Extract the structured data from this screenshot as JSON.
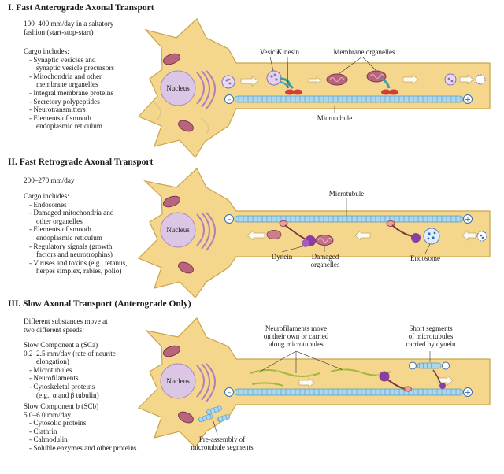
{
  "panels": [
    {
      "title": "I. Fast Anterograde Axonal Transport",
      "rate": [
        "100–400 mm/day in a saltatory",
        "fashion (start-stop-start)"
      ],
      "cargo_heading": "Cargo includes:",
      "cargo": [
        {
          "t": "- Synaptic vesicles and",
          "i": 1
        },
        {
          "t": "synaptic vesicle precursors",
          "i": 2
        },
        {
          "t": "- Mitochondria and other",
          "i": 1
        },
        {
          "t": "membrane organelles",
          "i": 2
        },
        {
          "t": "- Integral membrane proteins",
          "i": 1
        },
        {
          "t": "- Secretory polypeptides",
          "i": 1
        },
        {
          "t": "- Neurotransmitters",
          "i": 1
        },
        {
          "t": "- Elements of smooth",
          "i": 1
        },
        {
          "t": "endoplasmic reticulum",
          "i": 2
        }
      ],
      "labels": {
        "nucleus": "Nucleus",
        "vesicle": "Vesicle",
        "kinesin": "Kinesin",
        "membrane_organelles": "Membrane organelles",
        "microtubule": "Microtubule",
        "minus": "–",
        "plus": "+"
      }
    },
    {
      "title": "II. Fast Retrograde Axonal Transport",
      "rate": [
        "200–270 mm/day"
      ],
      "cargo_heading": "Cargo includes:",
      "cargo": [
        {
          "t": "- Endosomes",
          "i": 1
        },
        {
          "t": "- Damaged mitochondria and",
          "i": 1
        },
        {
          "t": "other organelles",
          "i": 2
        },
        {
          "t": "- Elements of smooth",
          "i": 1
        },
        {
          "t": "endoplasmic reticulum",
          "i": 2
        },
        {
          "t": "- Regulatory signals (growth",
          "i": 1
        },
        {
          "t": "factors and neurotrophins)",
          "i": 2
        },
        {
          "t": "- Viruses and toxins (e.g., tetanus,",
          "i": 1
        },
        {
          "t": "herpes simplex, rabies, polio)",
          "i": 2
        }
      ],
      "labels": {
        "nucleus": "Nucleus",
        "microtubule": "Microtubule",
        "dynein": "Dynein",
        "damaged_organelles": [
          "Damaged",
          "organelles"
        ],
        "endosome": "Endosome",
        "minus": "–",
        "plus": "+"
      }
    },
    {
      "title": "III. Slow Axonal Transport (Anterograde Only)",
      "intro": [
        "Different substances move at",
        "two different speeds:"
      ],
      "sca_heading": "Slow Component a (SCa)",
      "sca": [
        {
          "t": "0.2–2.5 mm/day (rate of neurite",
          "i": 0
        },
        {
          "t": "elongation)",
          "i": 2
        },
        {
          "t": "- Microtubules",
          "i": 1
        },
        {
          "t": "- Neurofilaments",
          "i": 1
        },
        {
          "t": "- Cytoskeletal proteins",
          "i": 1
        },
        {
          "t": "(e.g., α and β tubulin)",
          "i": 2
        }
      ],
      "scb_heading": "Slow Component b (SCb)",
      "scb": [
        {
          "t": "5.0–6.0 mm/day",
          "i": 0
        },
        {
          "t": "- Cytosolic proteins",
          "i": 1
        },
        {
          "t": "- Clathrin",
          "i": 1
        },
        {
          "t": "- Calmodulin",
          "i": 1
        },
        {
          "t": "- Soluble enzymes and other proteins",
          "i": 1
        }
      ],
      "labels": {
        "nucleus": "Nucleus",
        "neurofilaments": [
          "Neurofilaments move",
          "on their own or carried",
          "along microtubules"
        ],
        "short_segments": [
          "Short segments",
          "of microtubules",
          "carried by dynein"
        ],
        "preassembly": [
          "Pre-assembly of",
          "microtubule segments"
        ],
        "minus": "–",
        "plus": "+"
      }
    }
  ],
  "colors": {
    "cell": "#f3d58a",
    "cell_edge": "#c8a24a",
    "nucleus": "#d9c3e2",
    "microtubule": "#9fd0ea",
    "mito": "#b8627a",
    "vesicle": "#8b6fb5",
    "kinesin": "#d63b3b",
    "neurofilament": "#a3b83a"
  }
}
